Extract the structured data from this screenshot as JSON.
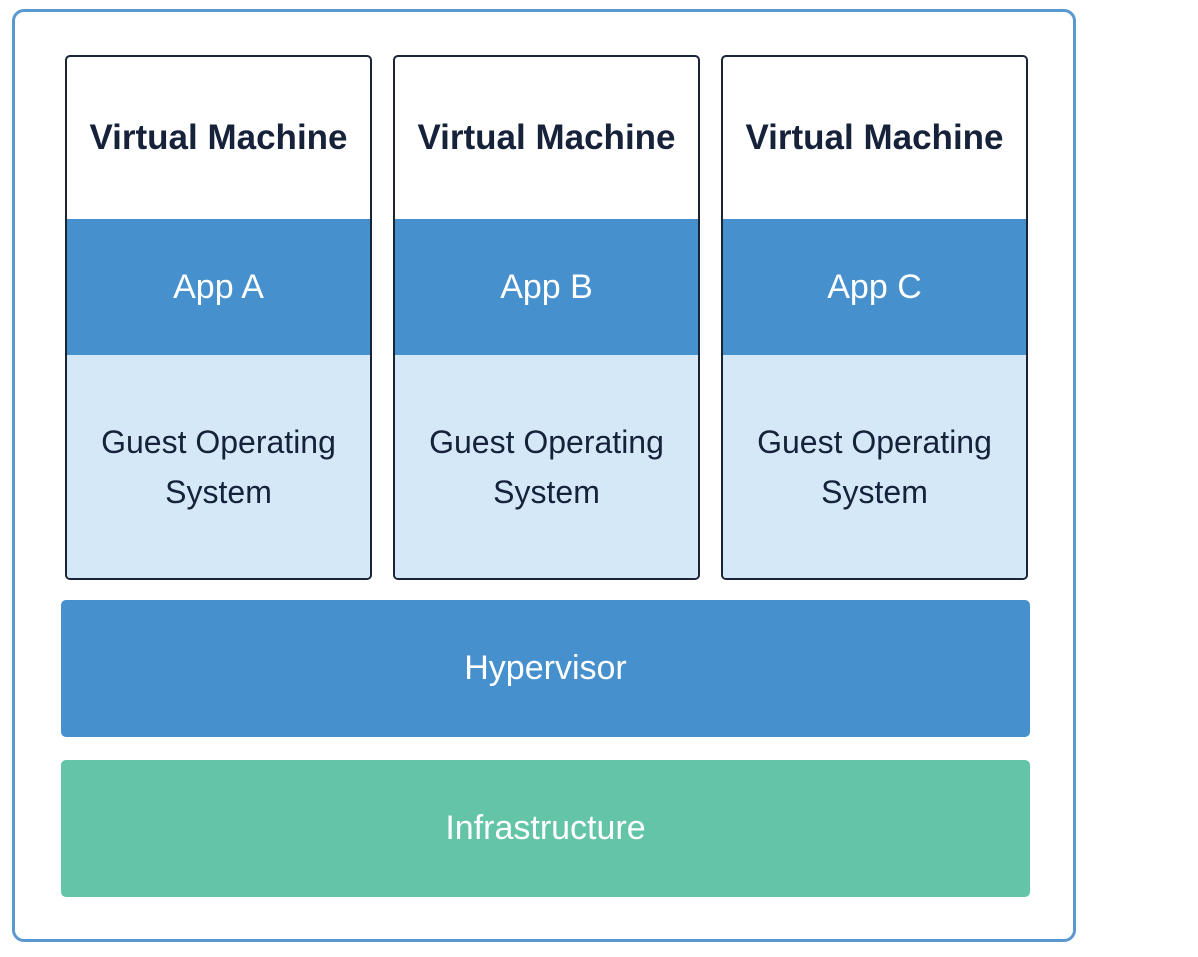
{
  "virtual_machines": [
    {
      "title": "Virtual Machine",
      "app": "App A",
      "guest_os": "Guest Operating System"
    },
    {
      "title": "Virtual Machine",
      "app": "App B",
      "guest_os": "Guest Operating System"
    },
    {
      "title": "Virtual Machine",
      "app": "App C",
      "guest_os": "Guest Operating System"
    }
  ],
  "hypervisor": {
    "label": "Hypervisor"
  },
  "infrastructure": {
    "label": "Infrastructure"
  },
  "colors": {
    "frame_border": "#5b98cf",
    "app_layer": "#4690cd",
    "guest_os_layer": "#d4e8f8",
    "hypervisor_layer": "#4690cd",
    "infrastructure_layer": "#64c4a7",
    "text_dark": "#16213a"
  }
}
